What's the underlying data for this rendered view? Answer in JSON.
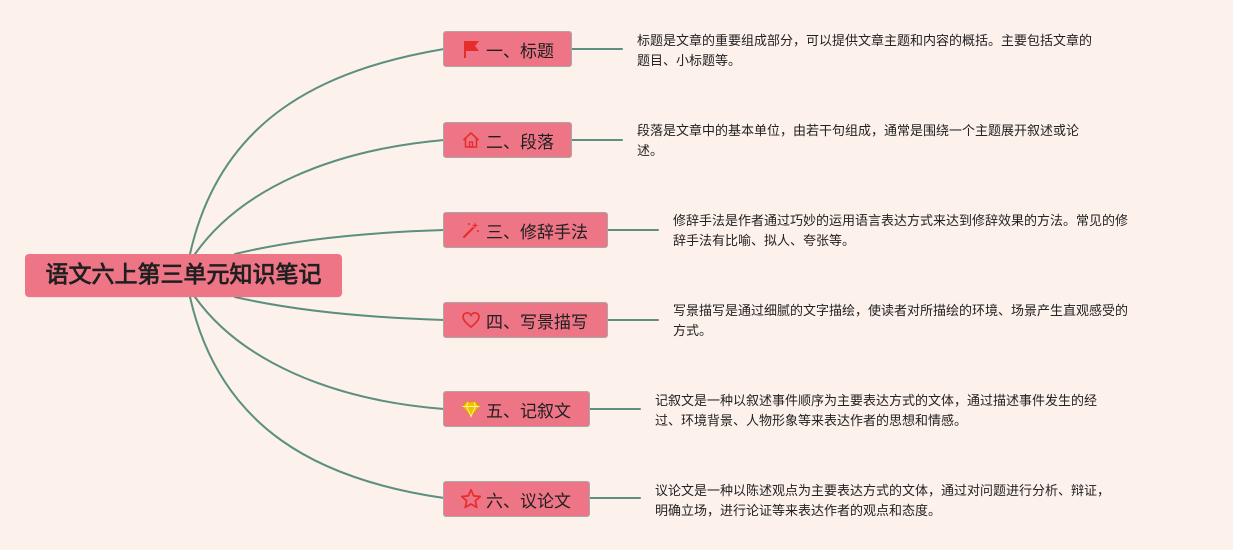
{
  "title": "语文六上第三单元知识笔记",
  "branches": [
    {
      "label": "一、标题",
      "icon": "flag-icon",
      "desc": [
        "标题是文章的重要组成部分，可以提供文章主题和内容的概括。主要包括文章的",
        "题目、小标题等。"
      ]
    },
    {
      "label": "二、段落",
      "icon": "home-icon",
      "desc": [
        "段落是文章中的基本单位，由若干句组成，通常是围绕一个主题展开叙述或论",
        "述。"
      ]
    },
    {
      "label": "三、修辞手法",
      "icon": "magic-wand-icon",
      "desc": [
        "修辞手法是作者通过巧妙的运用语言表达方式来达到修辞效果的方法。常见的修",
        "辞手法有比喻、拟人、夸张等。"
      ]
    },
    {
      "label": "四、写景描写",
      "icon": "heart-icon",
      "desc": [
        "写景描写是通过细腻的文字描绘，使读者对所描绘的环境、场景产生直观感受的",
        "方式。"
      ]
    },
    {
      "label": "五、记叙文",
      "icon": "diamond-icon",
      "desc": [
        "记叙文是一种以叙述事件顺序为主要表达方式的文体，通过描述事件发生的经",
        "过、环境背景、人物形象等来表达作者的思想和情感。"
      ]
    },
    {
      "label": "六、议论文",
      "icon": "star-icon",
      "desc": [
        "议论文是一种以陈述观点为主要表达方式的文体，通过对问题进行分析、辩证，",
        "明确立场，进行论证等来表达作者的观点和态度。"
      ]
    }
  ],
  "colors": {
    "background": "#fdf1ec",
    "node": "#ee7586",
    "connector": "#5b8f7e",
    "icon_red": "#e62d2d",
    "icon_gold": "#f2c200"
  }
}
